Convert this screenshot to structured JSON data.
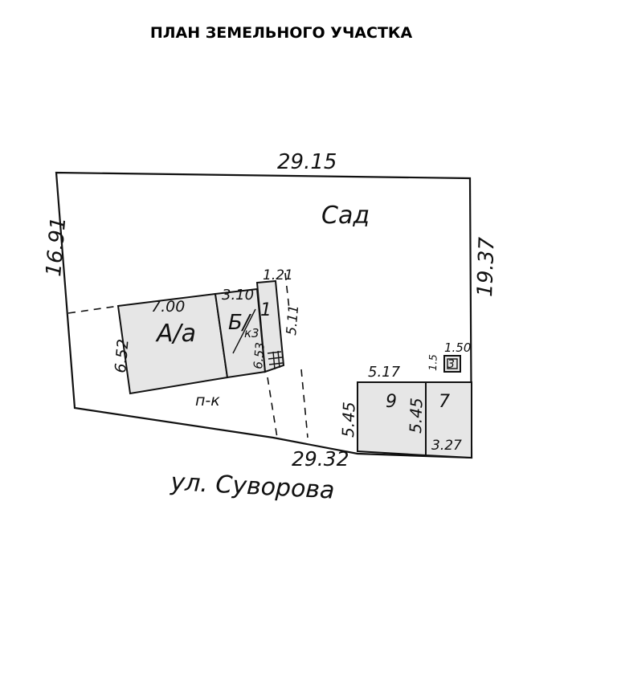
{
  "title": "ПЛАН ЗЕМЕЛЬНОГО УЧАСТКА",
  "labels": {
    "top_side": "29.15",
    "left_side": "16.91",
    "right_side": "19.37",
    "bottom_side": "29.32",
    "garden": "Сад",
    "street": "ул. Суворова",
    "building_a": "А/а",
    "building_a_length": "7.00",
    "building_a_width": "6.52",
    "building_b": "Б/",
    "building_b_length": "3.10",
    "building_b_extra": "к3",
    "building_b_width": "6.53",
    "building_1": "1",
    "building_1_length": "1.21",
    "building_1_width": "5.11",
    "porch": "п-к",
    "building_9": "9",
    "building_9_length": "5.17",
    "building_9_width_left": "5.45",
    "building_9_width_right": "5.45",
    "building_7": "7",
    "building_7_length": "3.27",
    "building_3": "3",
    "building_3_length": "1.50",
    "building_3_width": "1.5"
  }
}
